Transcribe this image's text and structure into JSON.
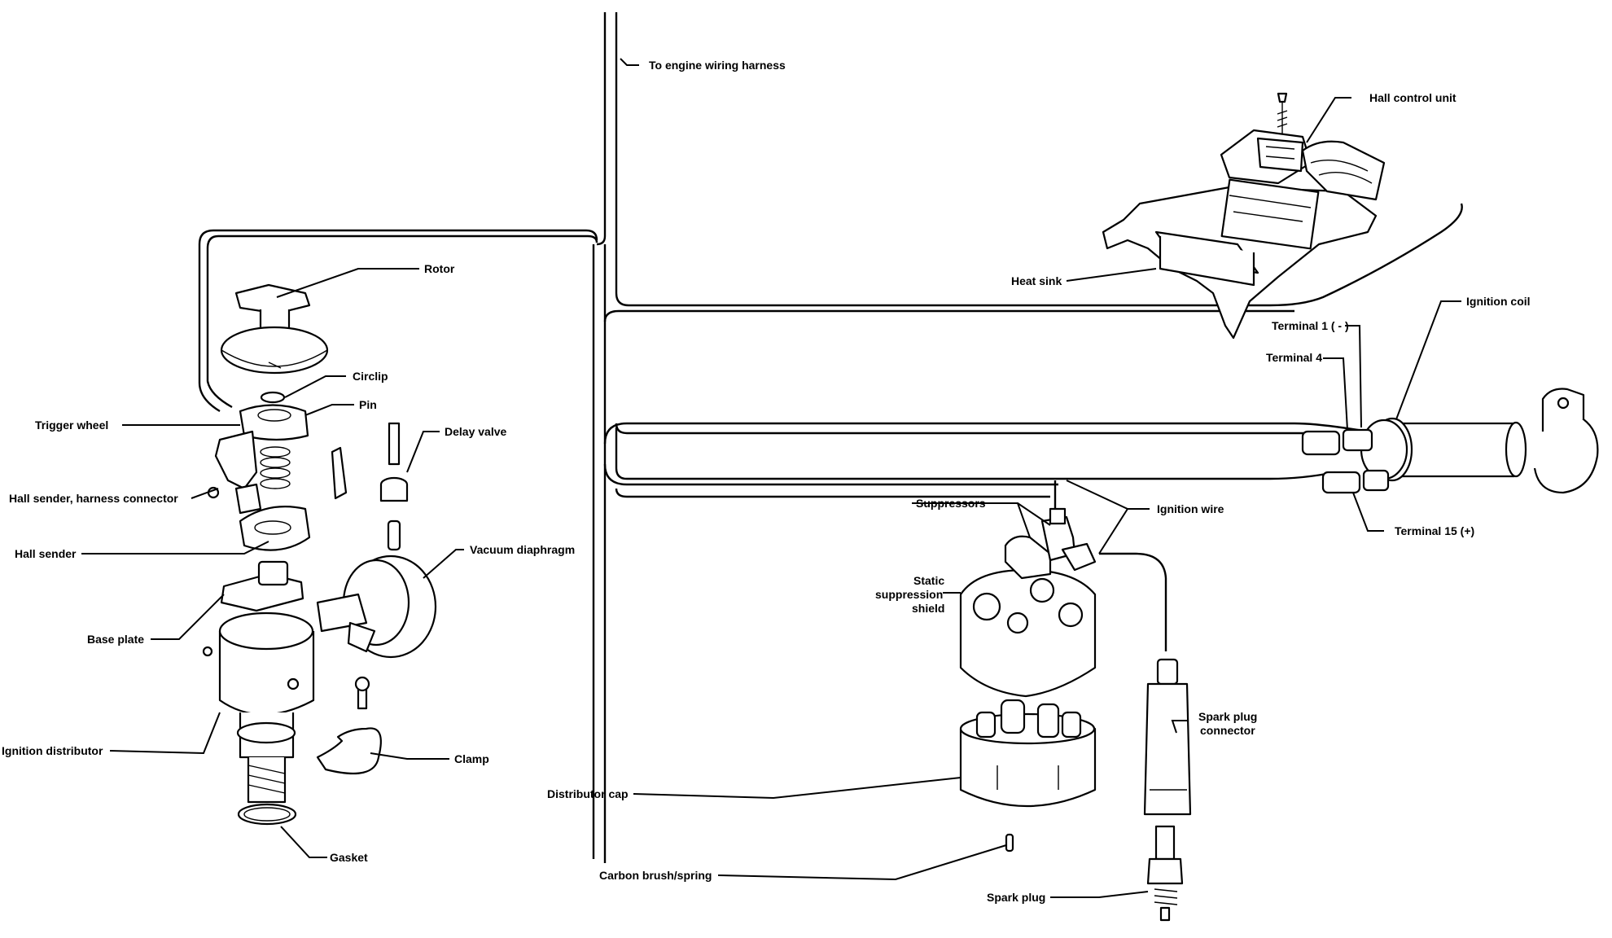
{
  "labels": {
    "to_engine_wiring_harness": "To engine wiring harness",
    "hall_control_unit": "Hall control unit",
    "heat_sink": "Heat sink",
    "ignition_coil": "Ignition coil",
    "terminal_1": "Terminal 1 ( - )",
    "terminal_4": "Terminal 4",
    "terminal_15": "Terminal 15 (+)",
    "rotor": "Rotor",
    "circlip": "Circlip",
    "pin": "Pin",
    "trigger_wheel": "Trigger  wheel",
    "delay_valve": "Delay valve",
    "hall_sender_harness_connector": "Hall sender, harness connector",
    "hall_sender": "Hall sender",
    "vacuum_diaphragm": "Vacuum diaphragm",
    "base_plate": "Base plate",
    "ignition_distributor": "Ignition distributor",
    "clamp": "Clamp",
    "gasket": "Gasket",
    "suppressors": "Suppressors",
    "ignition_wire": "Ignition wire",
    "static_line1": "Static",
    "static_line2": "suppression",
    "static_line3": "shield",
    "spark_plug_connector_line1": "Spark plug",
    "spark_plug_connector_line2": "connector",
    "distributor_cap": "Distributor cap",
    "carbon_brush_spring": "Carbon brush/spring",
    "spark_plug": "Spark plug"
  }
}
